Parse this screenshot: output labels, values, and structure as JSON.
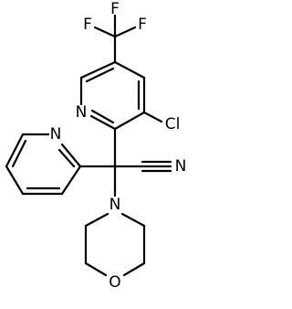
{
  "atoms": {
    "f_top": "F",
    "f_left": "F",
    "f_right": "F",
    "n_pyridine_cf3": "N",
    "cl": "Cl",
    "n_pyridine_2yl": "N",
    "n_nitrile": "N",
    "n_morpholine": "N",
    "o_morpholine": "O"
  }
}
